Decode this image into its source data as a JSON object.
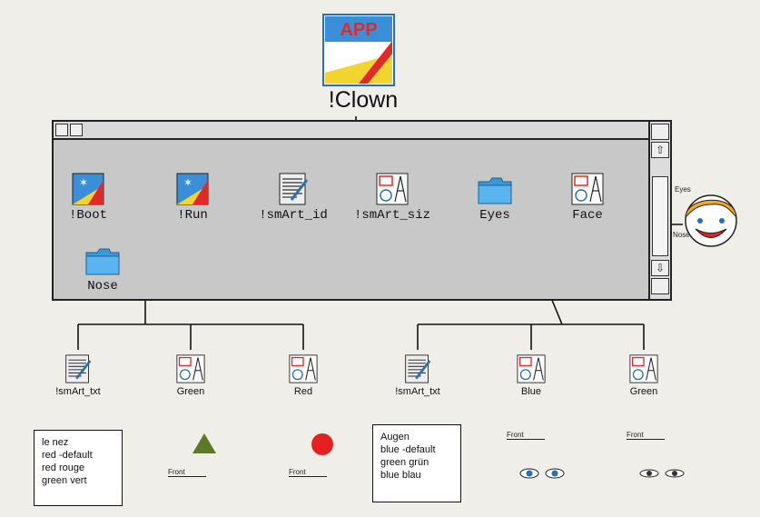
{
  "app": {
    "title": "!Clown",
    "icon_text": "APP"
  },
  "window": {
    "files": [
      {
        "label": "!Boot",
        "icon": "application-icon"
      },
      {
        "label": "!Run",
        "icon": "application-icon"
      },
      {
        "label": "!smArt_id",
        "icon": "text-file-icon"
      },
      {
        "label": "!smArt_siz",
        "icon": "drawfile-icon"
      },
      {
        "label": "Eyes",
        "icon": "folder-icon"
      },
      {
        "label": "Face",
        "icon": "drawfile-icon"
      },
      {
        "label": "Nose",
        "icon": "folder-icon"
      }
    ],
    "scroll_up": "⇧",
    "scroll_down": "⇩"
  },
  "face_preview": {
    "eyes_label": "Eyes",
    "nose_label": "Nose"
  },
  "nose_contents": [
    {
      "label": "!smArt_txt",
      "icon": "text-file-icon"
    },
    {
      "label": "Green",
      "icon": "drawfile-icon"
    },
    {
      "label": "Red",
      "icon": "drawfile-icon"
    }
  ],
  "eyes_contents": [
    {
      "label": "!smArt_txt",
      "icon": "text-file-icon"
    },
    {
      "label": "Blue",
      "icon": "drawfile-icon"
    },
    {
      "label": "Green",
      "icon": "drawfile-icon"
    }
  ],
  "nose_note": {
    "lines": [
      "le nez",
      "red -default",
      "red rouge",
      "green vert"
    ]
  },
  "eyes_note": {
    "lines": [
      "Augen",
      "blue -default",
      "green grün",
      "blue blau"
    ]
  },
  "front_label": "Front",
  "colors": {
    "nose_green": "#5a7a2a",
    "nose_red": "#e62020",
    "eye_blue": "#2c6fb0",
    "skin": "#f7c96b"
  }
}
